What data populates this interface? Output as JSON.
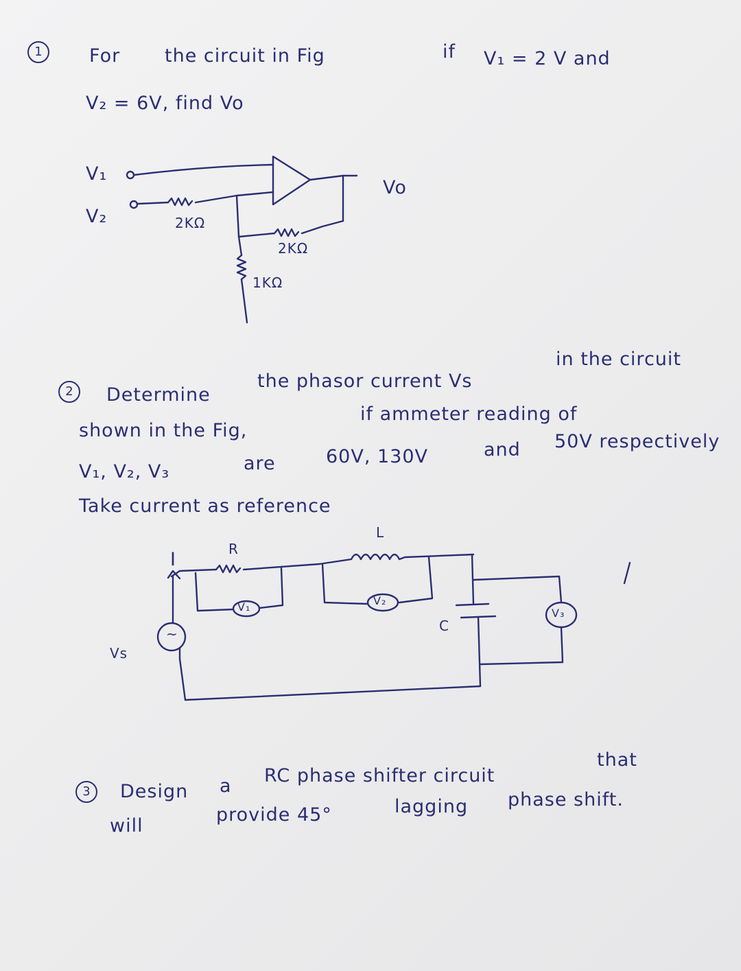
{
  "q1": {
    "number": "1",
    "line1": [
      "For",
      "the circuit in Fig",
      "if",
      "V₁ = 2 V and"
    ],
    "line2": "V₂ = 6V, find Vo",
    "labels": {
      "v1": "V₁",
      "v2": "V₂",
      "vo": "Vo",
      "r1": "2KΩ",
      "r2": "2KΩ",
      "r3": "1KΩ"
    }
  },
  "q2": {
    "number": "2",
    "line1": [
      "Determine",
      "the phasor current Vs",
      "in the circuit"
    ],
    "line2": [
      "shown in the Fig,",
      "if ammeter reading of"
    ],
    "line3": [
      "V₁, V₂, V₃",
      "are",
      "60V, 130V",
      "and",
      "50V respectively"
    ],
    "line4": "Take current as reference",
    "labels": {
      "i": "I",
      "r": "R",
      "l": "L",
      "c": "C",
      "vs": "Vs",
      "m1": "V₁",
      "m2": "V₂",
      "m3": "V₃",
      "src": "~"
    }
  },
  "q3": {
    "number": "3",
    "line1": [
      "Design",
      "a",
      "RC phase shifter circuit",
      "that"
    ],
    "line2": [
      "will",
      "provide 45°",
      "lagging",
      "phase shift."
    ]
  }
}
